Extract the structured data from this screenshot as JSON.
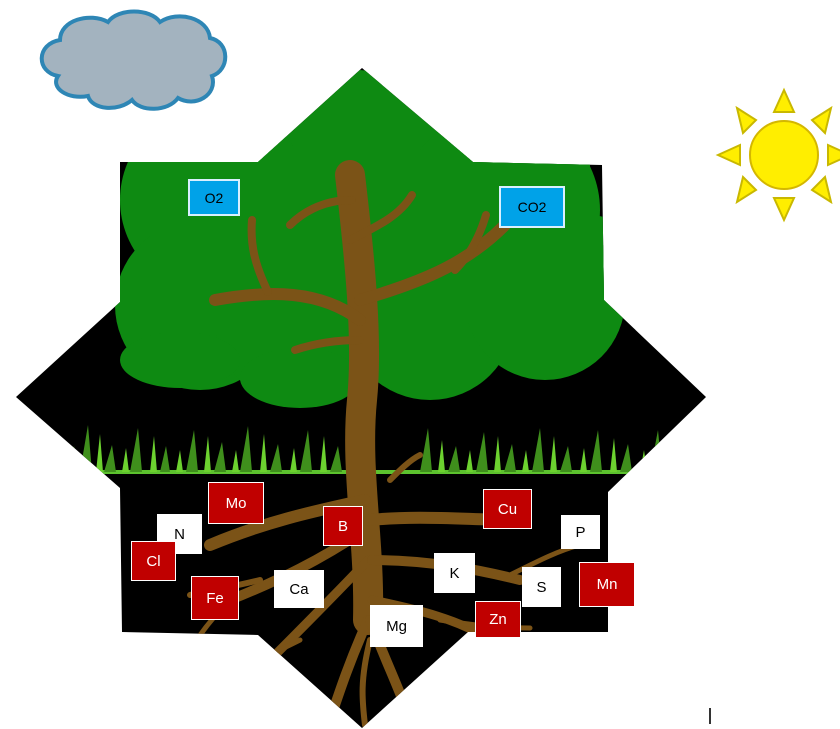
{
  "gases": [
    {
      "label": "O2"
    },
    {
      "label": "CO2"
    }
  ],
  "nutrients": [
    {
      "label": "Mo",
      "kind": "micro"
    },
    {
      "label": "N",
      "kind": "macro"
    },
    {
      "label": "Cl",
      "kind": "micro"
    },
    {
      "label": "B",
      "kind": "micro"
    },
    {
      "label": "Cu",
      "kind": "micro"
    },
    {
      "label": "P",
      "kind": "macro"
    },
    {
      "label": "Fe",
      "kind": "micro"
    },
    {
      "label": "Ca",
      "kind": "macro"
    },
    {
      "label": "K",
      "kind": "macro"
    },
    {
      "label": "S",
      "kind": "macro"
    },
    {
      "label": "Mn",
      "kind": "micro"
    },
    {
      "label": "Mg",
      "kind": "macro"
    },
    {
      "label": "Zn",
      "kind": "micro"
    }
  ],
  "colors": {
    "canopy": "#0e8a12",
    "trunk": "#7b5317",
    "grass": "#5cc22e",
    "gas_box": "#00a2e8",
    "macro_box": "#ffffff",
    "micro_box": "#c00000",
    "sun": "#ffee00",
    "cloud": "#a3b3bf"
  }
}
